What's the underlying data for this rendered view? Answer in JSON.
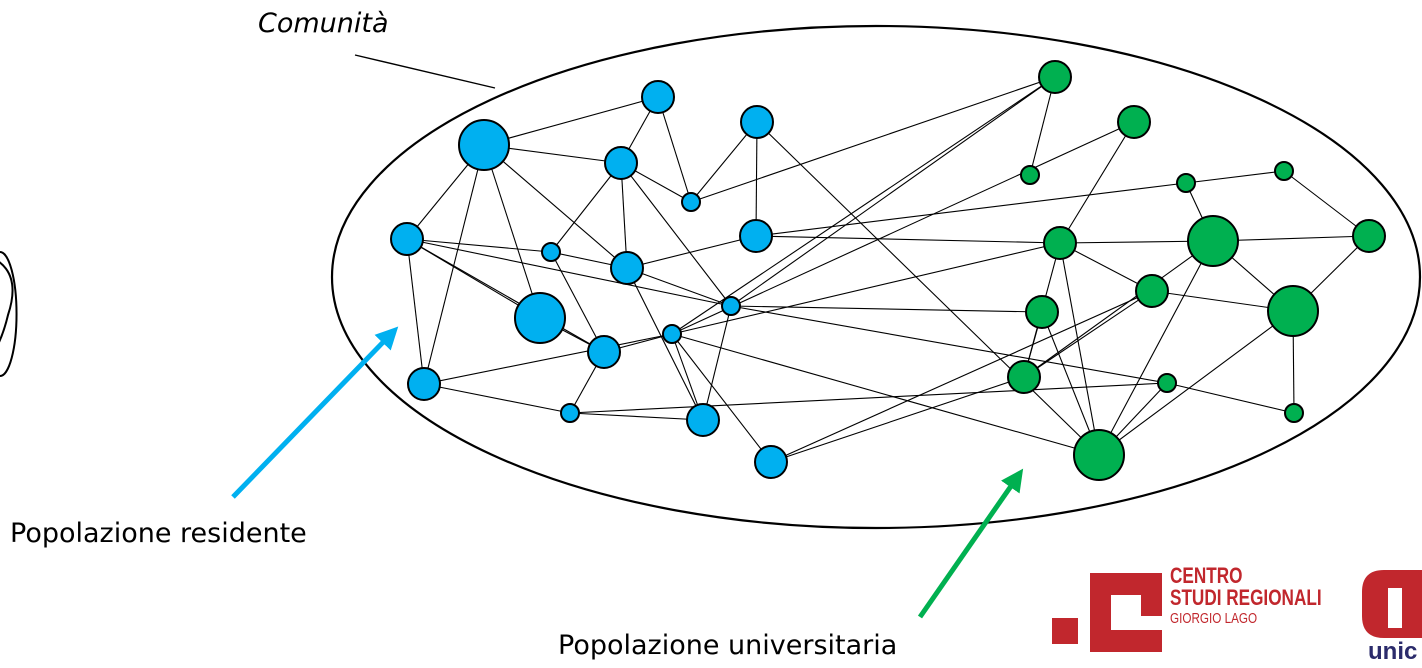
{
  "diagram": {
    "title": "Comunità",
    "label_residents": "Popolazione residente",
    "label_university": "Popolazione universitaria"
  },
  "logo": {
    "line1": "CENTRO",
    "line2": "STUDI REGIONALI",
    "line3": "GIORGIO LAGO",
    "partner_text": "unic"
  },
  "colors": {
    "resident_node": "#00b0f0",
    "university_node": "#00b050",
    "arrow_residents": "#00b0f0",
    "arrow_university": "#00b050",
    "logo_red": "#c1272d",
    "edge": "#000000"
  }
}
